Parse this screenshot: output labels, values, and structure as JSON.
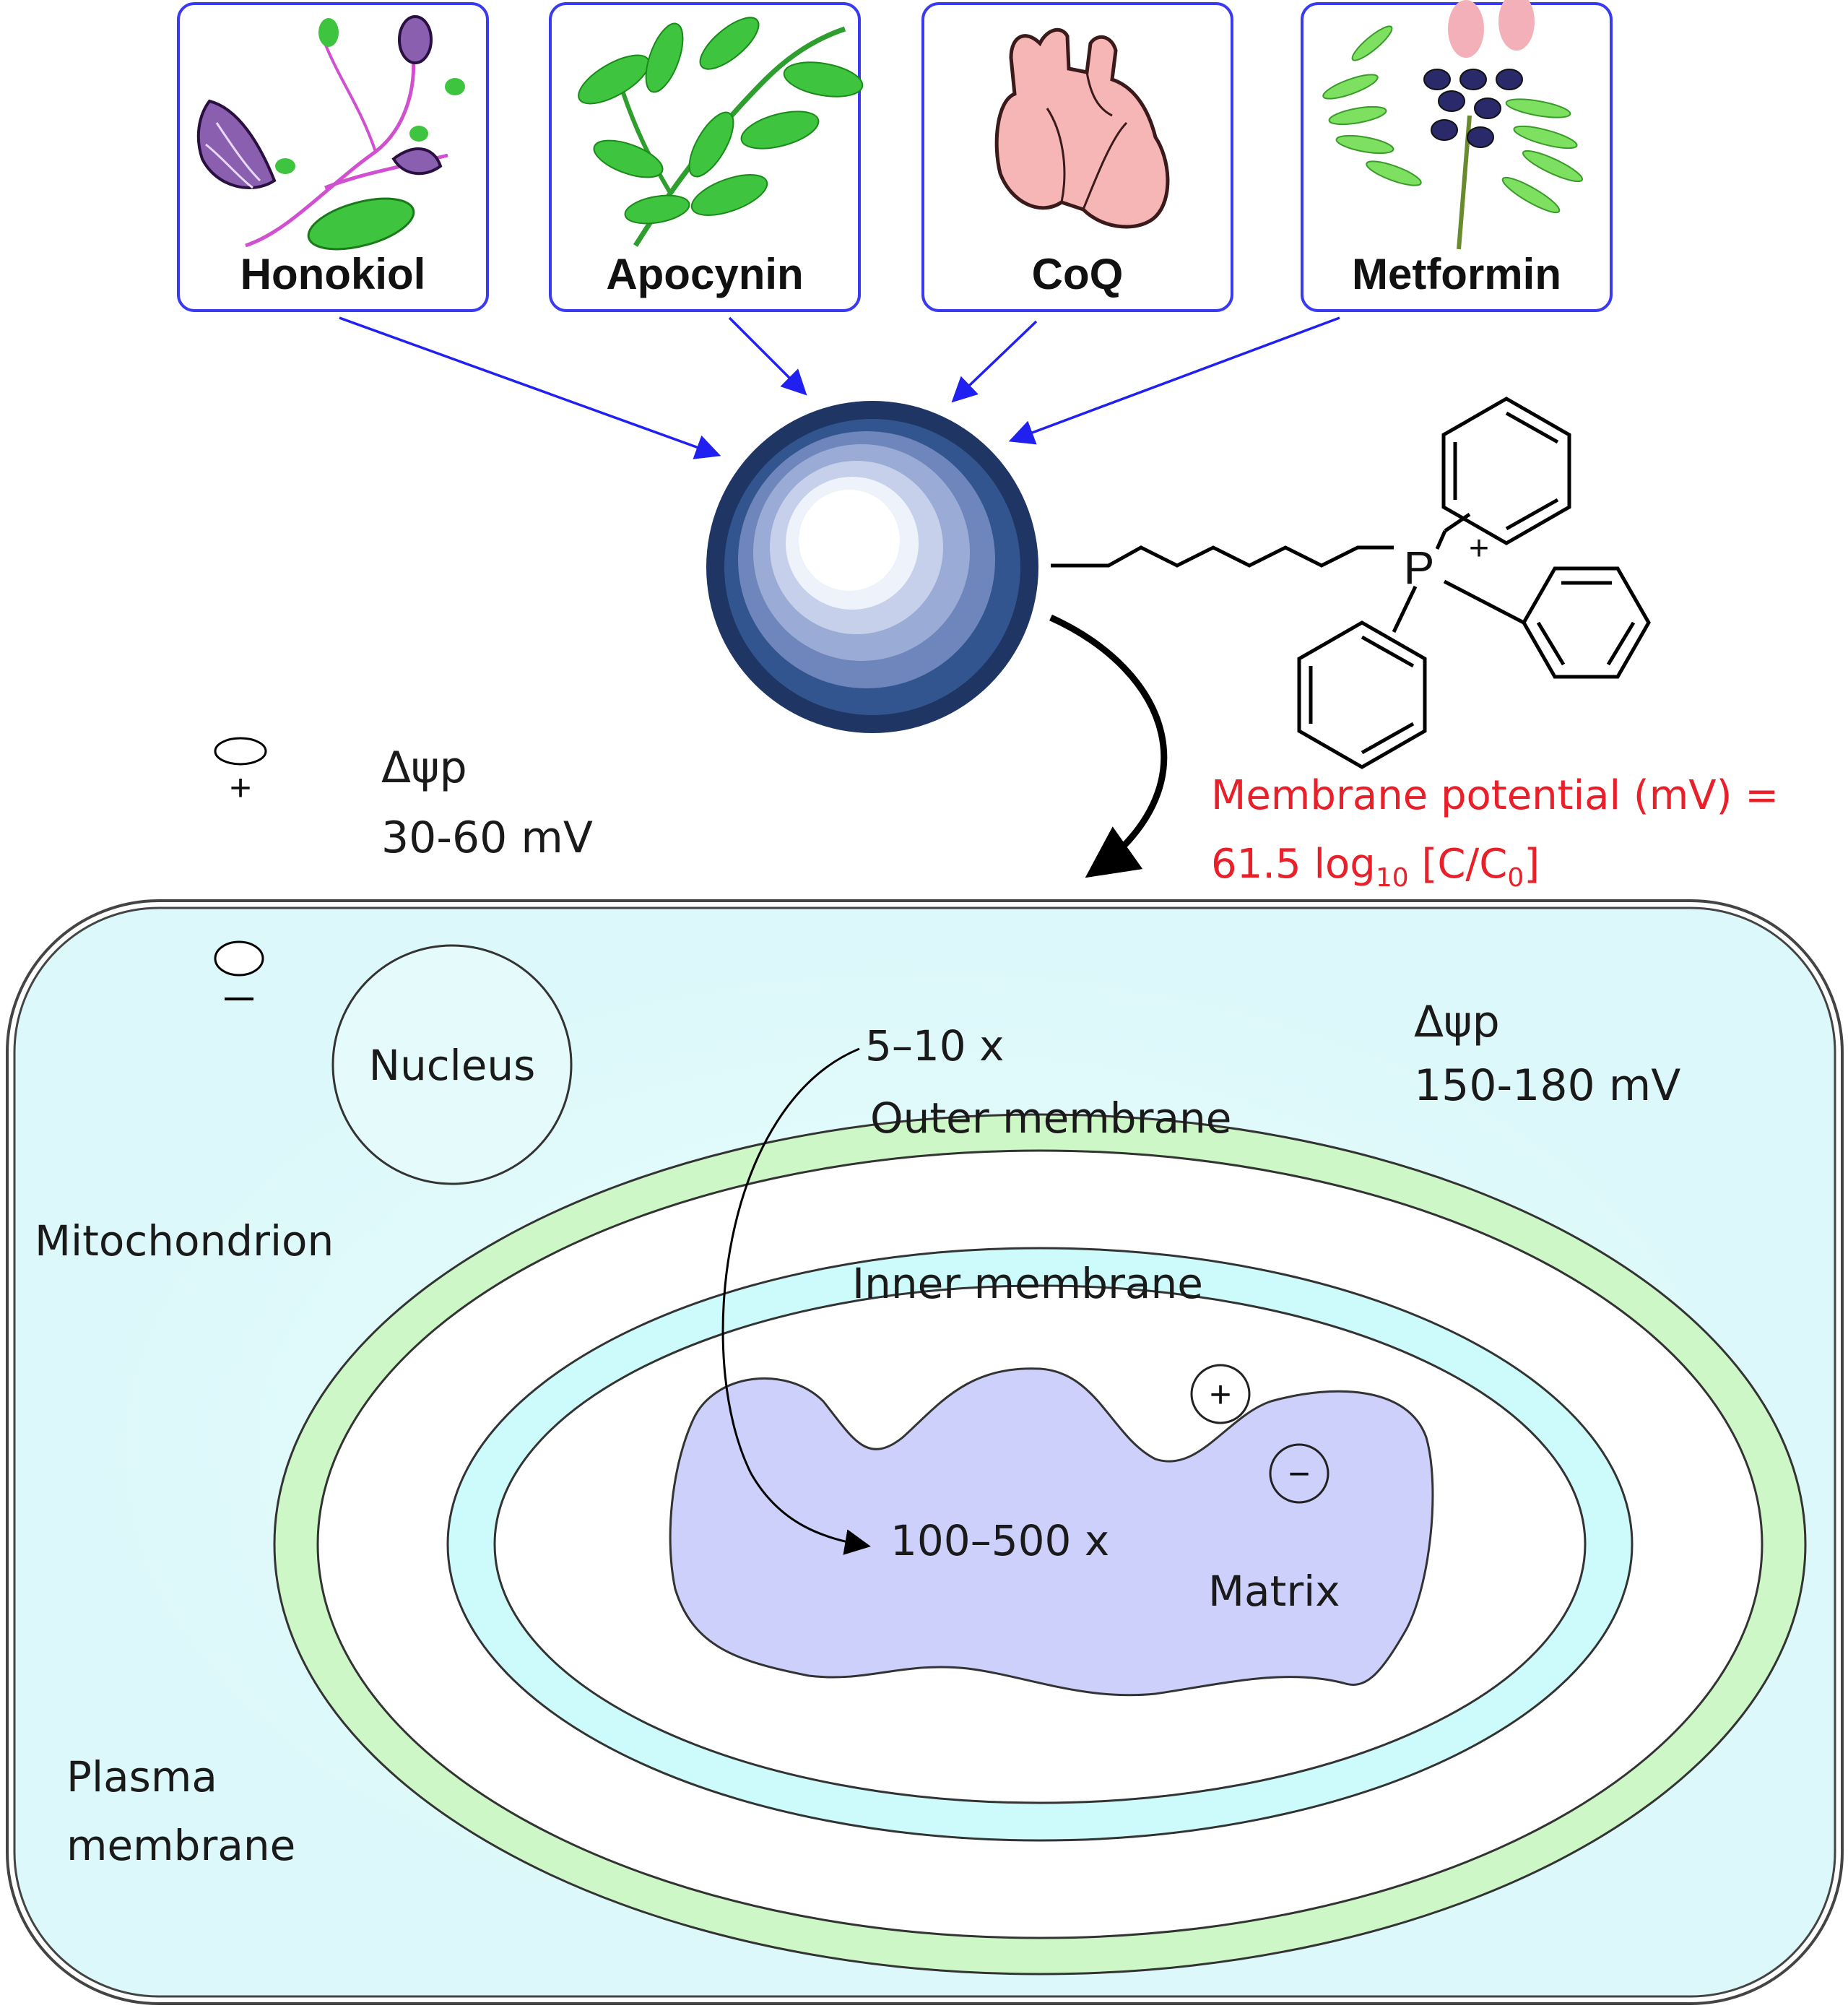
{
  "compounds": [
    {
      "label": "Honokiol",
      "icon": "honokiol-plant-icon"
    },
    {
      "label": "Apocynin",
      "icon": "apocynin-plant-icon"
    },
    {
      "label": "CoQ",
      "icon": "heart-icon"
    },
    {
      "label": "Metformin",
      "icon": "metformin-plant-icon"
    }
  ],
  "molecule": {
    "phosphorus": "P",
    "charge": "+"
  },
  "extracellular": {
    "potential_symbol": "Δψp",
    "potential_value": "30-60 mV",
    "charge_symbol": "+"
  },
  "equation": {
    "line1": "Membrane  potential (mV) =",
    "line2_prefix": "61.5 log",
    "line2_sub": "10",
    "line2_mid": " [C/C",
    "line2_sub2": "0",
    "line2_suffix": "]"
  },
  "cell": {
    "charge_symbol": "−",
    "nucleus": "Nucleus",
    "mitochondrion": "Mitochondrion",
    "plasma_membrane_line1": "Plasma",
    "plasma_membrane_line2": "membrane",
    "mito_potential_symbol": "Δψp",
    "mito_potential_value": "150-180 mV",
    "accumulation_cytosol": "5–10 x",
    "outer_membrane": "Outer membrane",
    "inner_membrane": "Inner membrane",
    "accumulation_matrix": "100–500 x",
    "matrix": "Matrix",
    "matrix_plus": "+",
    "matrix_minus": "−"
  },
  "colors": {
    "card_border": "#3a3af0",
    "arrow_blue": "#2020f0",
    "cell_fill": "#e2fbfc",
    "outer_membrane": "#cdf7c6",
    "inner_membrane": "#cdfbfb",
    "matrix_fill": "#cdd0fb",
    "equation_red": "#e8202a"
  }
}
